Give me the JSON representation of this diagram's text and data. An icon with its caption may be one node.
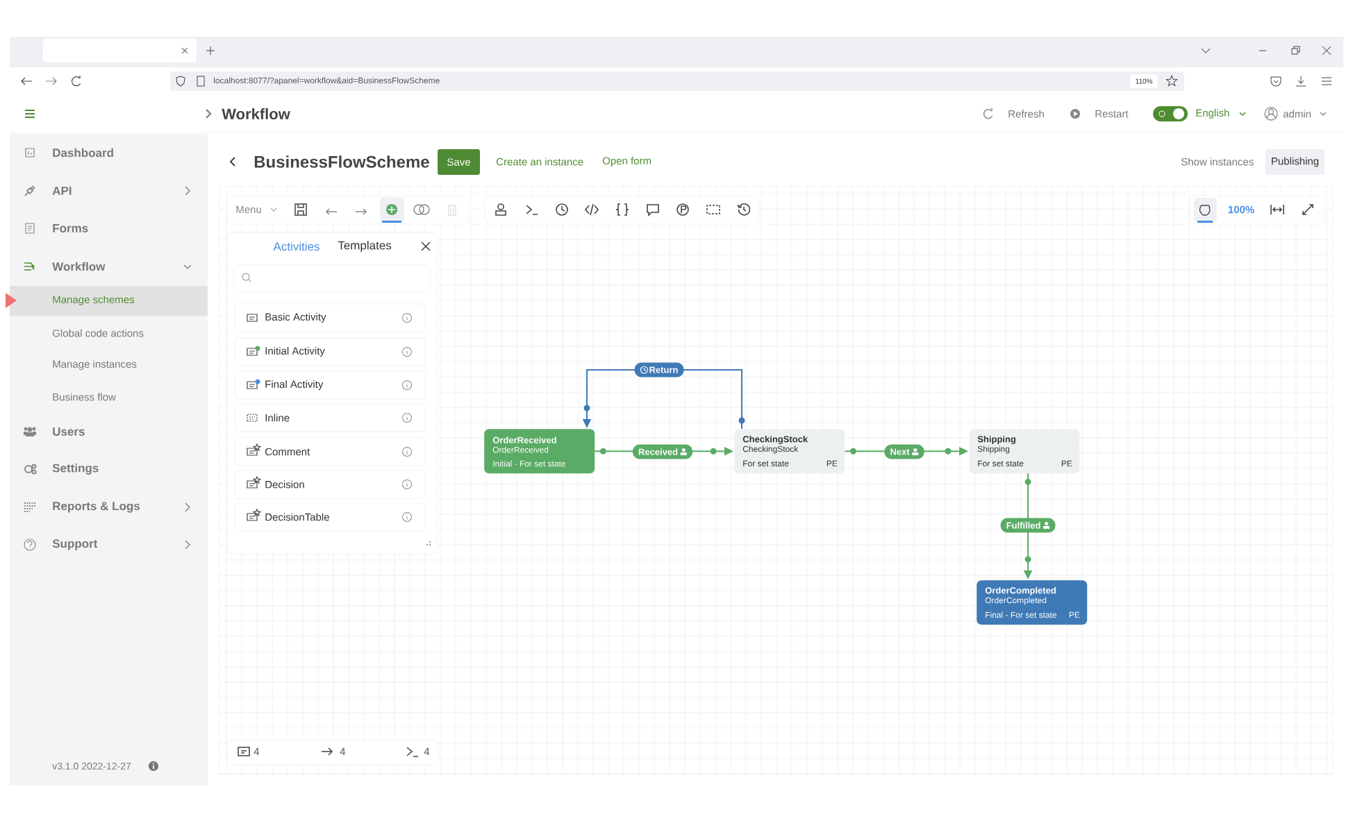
{
  "diagram": {
    "nodes": [
      {
        "text": [
          "OrderReceived",
          "OrderReceived",
          "Initial - For set state"
        ]
      },
      {
        "text": [
          "CheckingStock",
          "CheckingStock",
          "For set state",
          "PE"
        ]
      },
      {
        "text": [
          "Shipping",
          "Shipping",
          "For set state",
          "PE"
        ]
      },
      {
        "text": [
          "OrderCompleted",
          "OrderCompleted",
          "Final - For set state",
          "PE"
        ]
      }
    ],
    "edges": [
      {
        "from": 0,
        "to": 1,
        "arrow": "to",
        "label": "Received"
      },
      {
        "from": 1,
        "to": 2,
        "arrow": "to",
        "label": "Next"
      },
      {
        "from": 2,
        "to": 3,
        "arrow": "to",
        "label": "Fulfilled"
      },
      {
        "from": 1,
        "to": 0,
        "arrow": "to",
        "label": "Return",
        "color": "#3f7ab6"
      }
    ],
    "labels": [
      "localhost:8077/?apanel=workflow&aid=BusinessFlowScheme",
      "110%",
      "Workflow",
      "Refresh",
      "Restart",
      "English",
      "admin",
      "Dashboard",
      "API",
      "Forms",
      "Workflow",
      "Manage schemes",
      "Global code actions",
      "Manage instances",
      "Business flow",
      "Users",
      "Settings",
      "Reports & Logs",
      "Support",
      "v3.1.0 2022-12-27",
      "BusinessFlowScheme",
      "Save",
      "Create an instance",
      "Open form",
      "Show instances",
      "Publishing",
      "Menu",
      "100%",
      "Activities",
      "Templates",
      "Basic Activity",
      "Initial Activity",
      "Final Activity",
      "Inline",
      "Comment",
      "Decision",
      "DecisionTable",
      "4",
      "4",
      "4"
    ]
  }
}
